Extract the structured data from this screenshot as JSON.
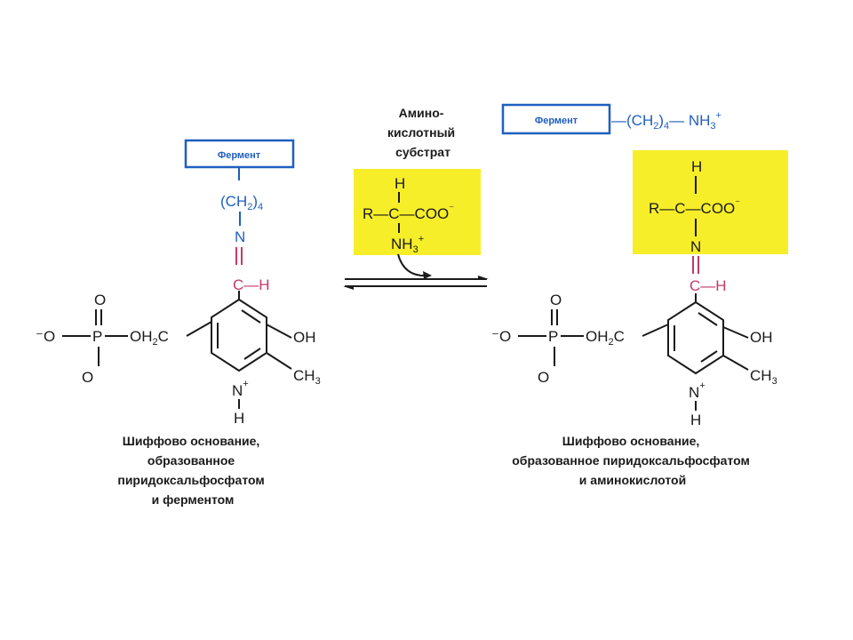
{
  "colors": {
    "substrate_highlight": "#f7ee2a",
    "enzyme_blue": "#1f5fbf",
    "schiff_pink": "#c23a6a",
    "ink": "#1a1a1a"
  },
  "left": {
    "enzyme_label": "Фермент",
    "chain_ch2": "(CH",
    "chain_sub2": "2",
    "chain_close": ")",
    "chain_sub4": "4",
    "imine_n": "N",
    "ch": "C—H",
    "o_top": "O",
    "o_minus": "⁻O",
    "p": "P",
    "oh2c": "OH",
    "oh2c_sub": "2",
    "oh2c_c": "C",
    "o_bottom": "O",
    "oh": "OH",
    "ch3": "CH",
    "ch3_sub": "3",
    "n_ring": "N",
    "n_plus": "+",
    "h_ring": "H",
    "caption_lines": [
      "Шиффово основание,",
      "образованное",
      "пиридоксальфосфатом",
      "и ферментом"
    ]
  },
  "middle": {
    "label_lines": [
      "Амино-",
      "кислотный",
      "субстрат"
    ],
    "h": "H",
    "r_c": "R—C—COO",
    "coo_minus": "⁻",
    "nh3": "NH",
    "nh3_sub": "3",
    "nh3_plus": "+"
  },
  "right": {
    "enzyme_label": "Фермент",
    "chain": "—(CH",
    "chain_sub2": "2",
    "chain_close": ")",
    "chain_sub4": "4",
    "chain_nh3": "— NH",
    "chain_nh3_sub": "3",
    "chain_nh3_plus": "+",
    "h": "H",
    "r_c": "R—C—COO",
    "coo_minus": "⁻",
    "imine_n": "N",
    "ch": "C—H",
    "o_top": "O",
    "o_minus": "⁻O",
    "p": "P",
    "oh2c": "OH",
    "oh2c_sub": "2",
    "oh2c_c": "C",
    "o_bottom": "O",
    "oh": "OH",
    "ch3": "CH",
    "ch3_sub": "3",
    "n_ring": "N",
    "n_plus": "+",
    "h_ring": "H",
    "caption_lines": [
      "Шиффово основание,",
      "образованное пиридоксальфосфатом",
      "и аминокислотой"
    ]
  }
}
